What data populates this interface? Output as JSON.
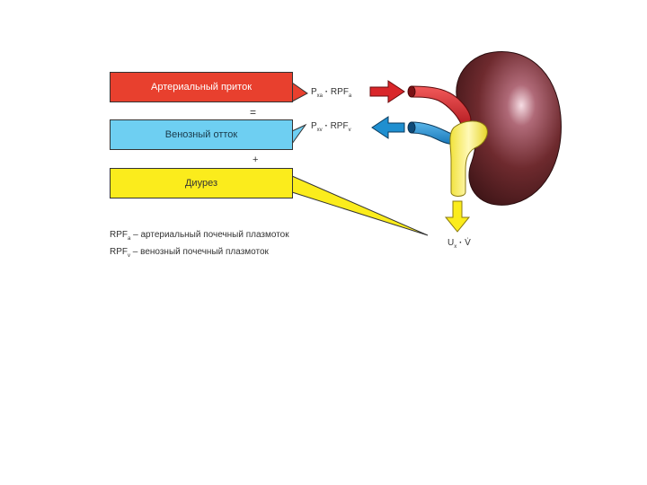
{
  "boxes": {
    "arterial": "Артериальный приток",
    "venous": "Венозный отток",
    "diuresis": "Диурез"
  },
  "operators": {
    "equals": "=",
    "plus": "+"
  },
  "formulas": {
    "arterial": {
      "p": "P",
      "p_sub": "xa",
      "dot": "·",
      "rpf": "RPF",
      "rpf_sub": "a"
    },
    "venous": {
      "p": "P",
      "p_sub": "xv",
      "dot": "·",
      "rpf": "RPF",
      "rpf_sub": "v"
    },
    "urine": {
      "u": "U",
      "u_sub": "x",
      "dot": "·",
      "v": "V̇"
    }
  },
  "legend": [
    {
      "term": "RPF",
      "sub": "a",
      "text": " – артериальный почечный плазмоток"
    },
    {
      "term": "RPF",
      "sub": "v",
      "text": " – венозный почечный плазмоток"
    }
  ],
  "colors": {
    "arterial": "#e8402e",
    "venous": "#6ecff2",
    "diuresis": "#fbec1c",
    "kidney": "#6e2a2e",
    "artery_arrow": "#d9262a",
    "vein_arrow": "#1f8fd0"
  }
}
